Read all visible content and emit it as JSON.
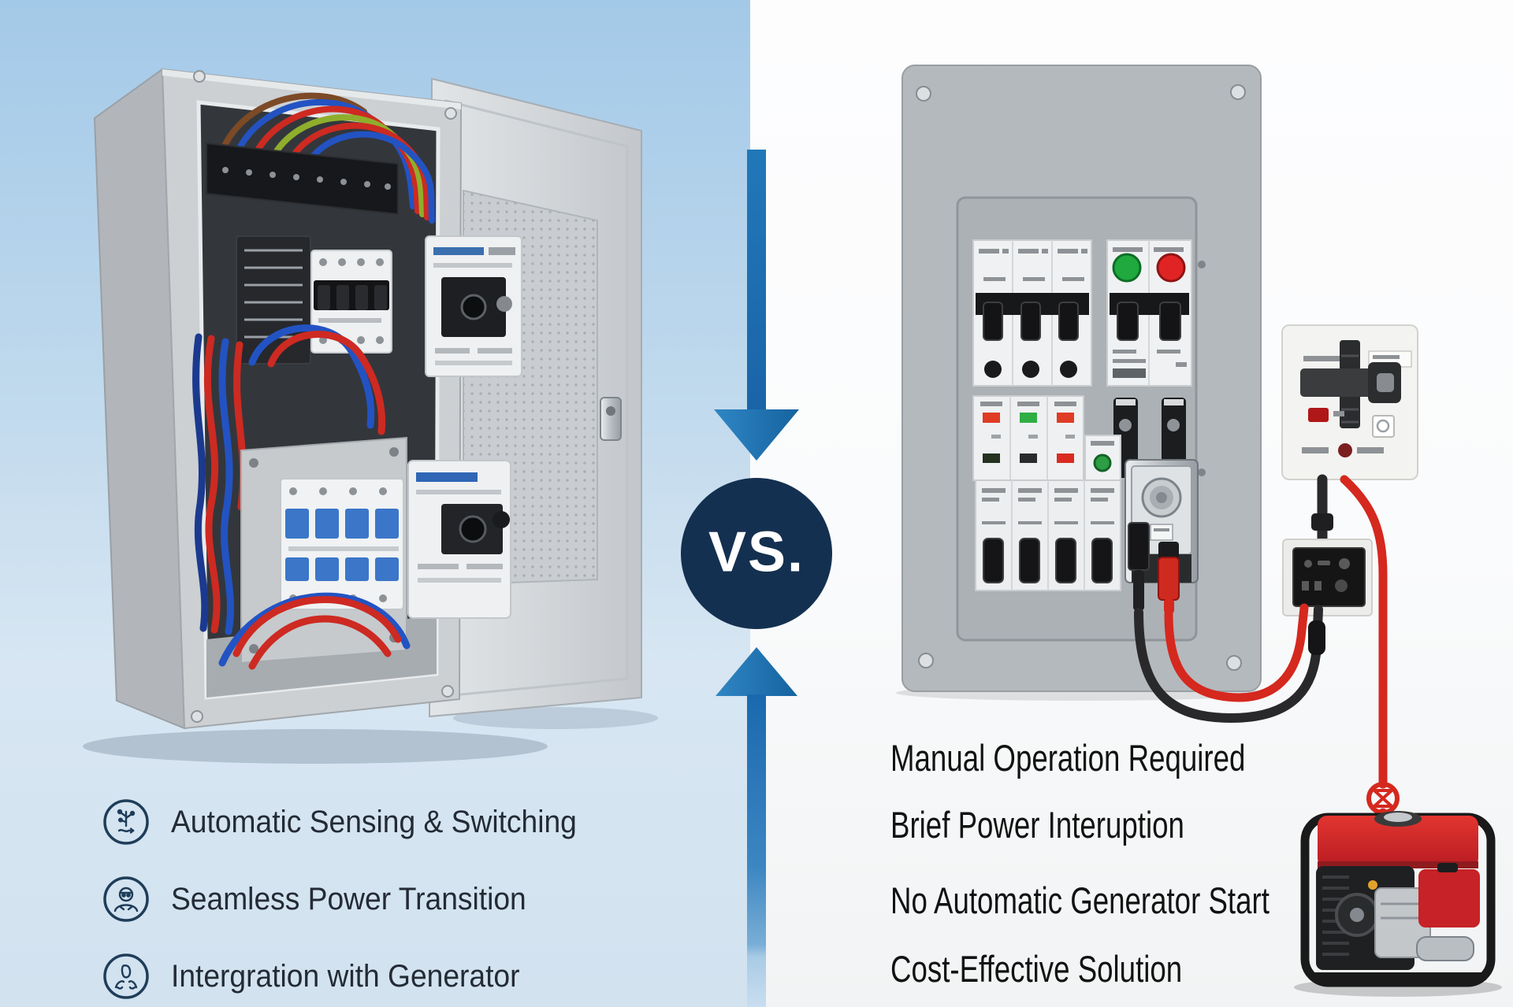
{
  "comparison": {
    "badge_label": "VS.",
    "left": {
      "name": "automatic-transfer-switch-side",
      "illustration": "open-electrical-cabinet-with-wiring",
      "features": [
        {
          "icon": "auto-sensing-icon",
          "label": "Automatic Sensing & Switching"
        },
        {
          "icon": "operator-icon",
          "label": "Seamless Power Transition"
        },
        {
          "icon": "generator-person-icon",
          "label": "Intergration with Generator"
        }
      ]
    },
    "right": {
      "name": "manual-transfer-switch-side",
      "illustration": "breaker-panel-with-manual-switch-outlet-and-generator",
      "features": [
        {
          "label": "Manual Operation Required"
        },
        {
          "label": "Brief Power Interuption"
        },
        {
          "label": "No Automatic Generator Start"
        },
        {
          "label": "Cost-Effective Solution"
        }
      ]
    }
  },
  "colors": {
    "arrow_blue": "#1b6cb1",
    "badge_navy": "#143050",
    "background_left_top": "#a3c9e8",
    "background_left_bottom": "#d2e2ef",
    "background_right": "#fcfcfd",
    "panel_gray": "#b4b9bd",
    "cable_red": "#d5281e",
    "cable_black": "#29292b",
    "wire_blue": "#2353c3",
    "wire_red": "#cd2a22",
    "generator_red": "#d5252b",
    "indicator_green": "#1fa93e",
    "indicator_red": "#e02424",
    "text_dark": "#232b35"
  }
}
